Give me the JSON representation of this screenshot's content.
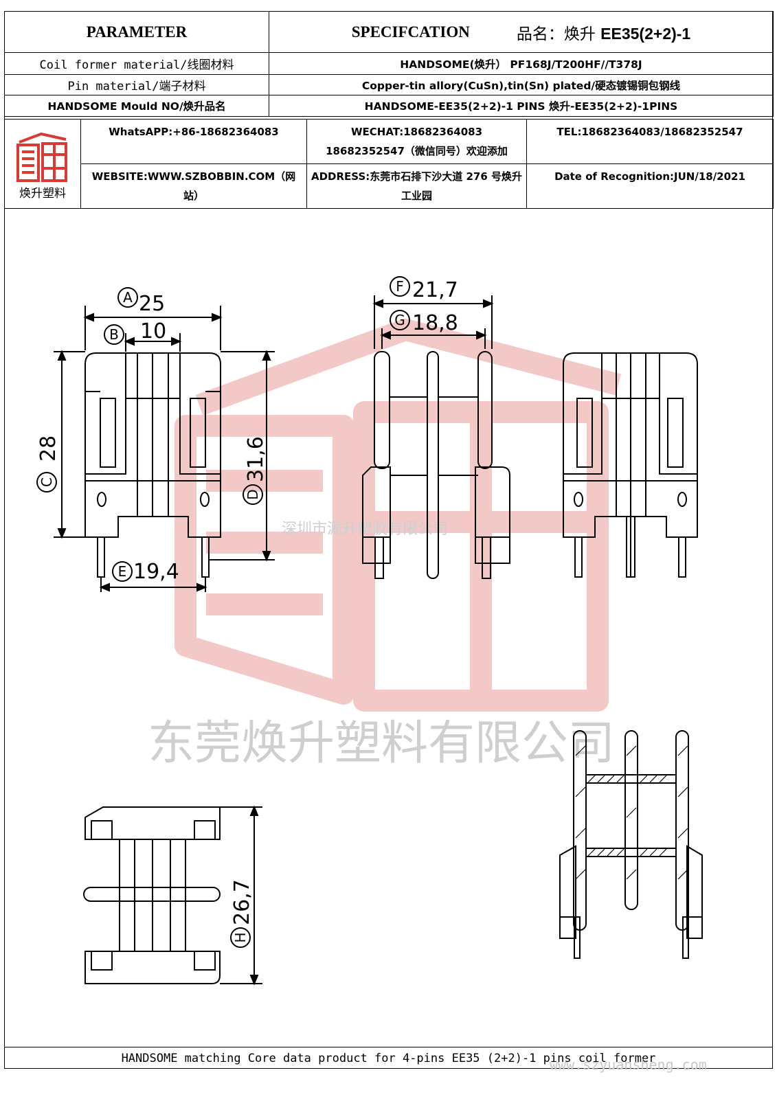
{
  "header": {
    "parameter_label": "PARAMETER",
    "specification_label": "SPECIFCATION",
    "product_name_label": "品名：焕升",
    "product_name_value": "EE35(2+2)-1"
  },
  "rows": [
    {
      "label": "Coil former material/线圈材料",
      "value": "HANDSOME(焕升）  PF168J/T200HF//T378J"
    },
    {
      "label": "Pin material/端子材料",
      "value": "Copper-tin allory(CuSn),tin(Sn) plated/硬态镀锡铜包钢线"
    },
    {
      "label": "HANDSOME Mould NO/焕升品名",
      "value": "HANDSOME-EE35(2+2)-1 PINS    焕升-EE35(2+2)-1PINS"
    }
  ],
  "company": {
    "logo_text": "焕升塑料",
    "whatsapp": "WhatsAPP:+86-18682364083",
    "wechat_line1": "WECHAT:18682364083",
    "wechat_line2": "18682352547（微信同号）欢迎添加",
    "tel": "TEL:18682364083/18682352547",
    "website": "WEBSITE:WWW.SZBOBBIN.COM（网站）",
    "address": "ADDRESS:东莞市石排下沙大道 276 号焕升工业园",
    "date": "Date of Recognition:JUN/18/2021"
  },
  "drawing": {
    "dimensions": {
      "A": {
        "letter": "A",
        "value": "25"
      },
      "B": {
        "letter": "B",
        "value": "10"
      },
      "C": {
        "letter": "C",
        "value": "28"
      },
      "D": {
        "letter": "D",
        "value": "31,6"
      },
      "E": {
        "letter": "E",
        "value": "19,4"
      },
      "F": {
        "letter": "F",
        "value": "21,7"
      },
      "G": {
        "letter": "G",
        "value": "18,8"
      },
      "H": {
        "letter": "H",
        "value": "26,7"
      }
    },
    "watermark_small": "深圳市源升塑胶有限公司",
    "watermark_large": "东莞焕升塑料有限公司",
    "watermark_url": "www.szyuansheng.com",
    "colors": {
      "logo_red": "#d93a34",
      "watermark_red": "#f2c9c6",
      "line": "#000000"
    }
  },
  "footer": {
    "text": "HANDSOME matching Core data  product for 4-pins EE35 (2+2)-1 pins coil former"
  }
}
